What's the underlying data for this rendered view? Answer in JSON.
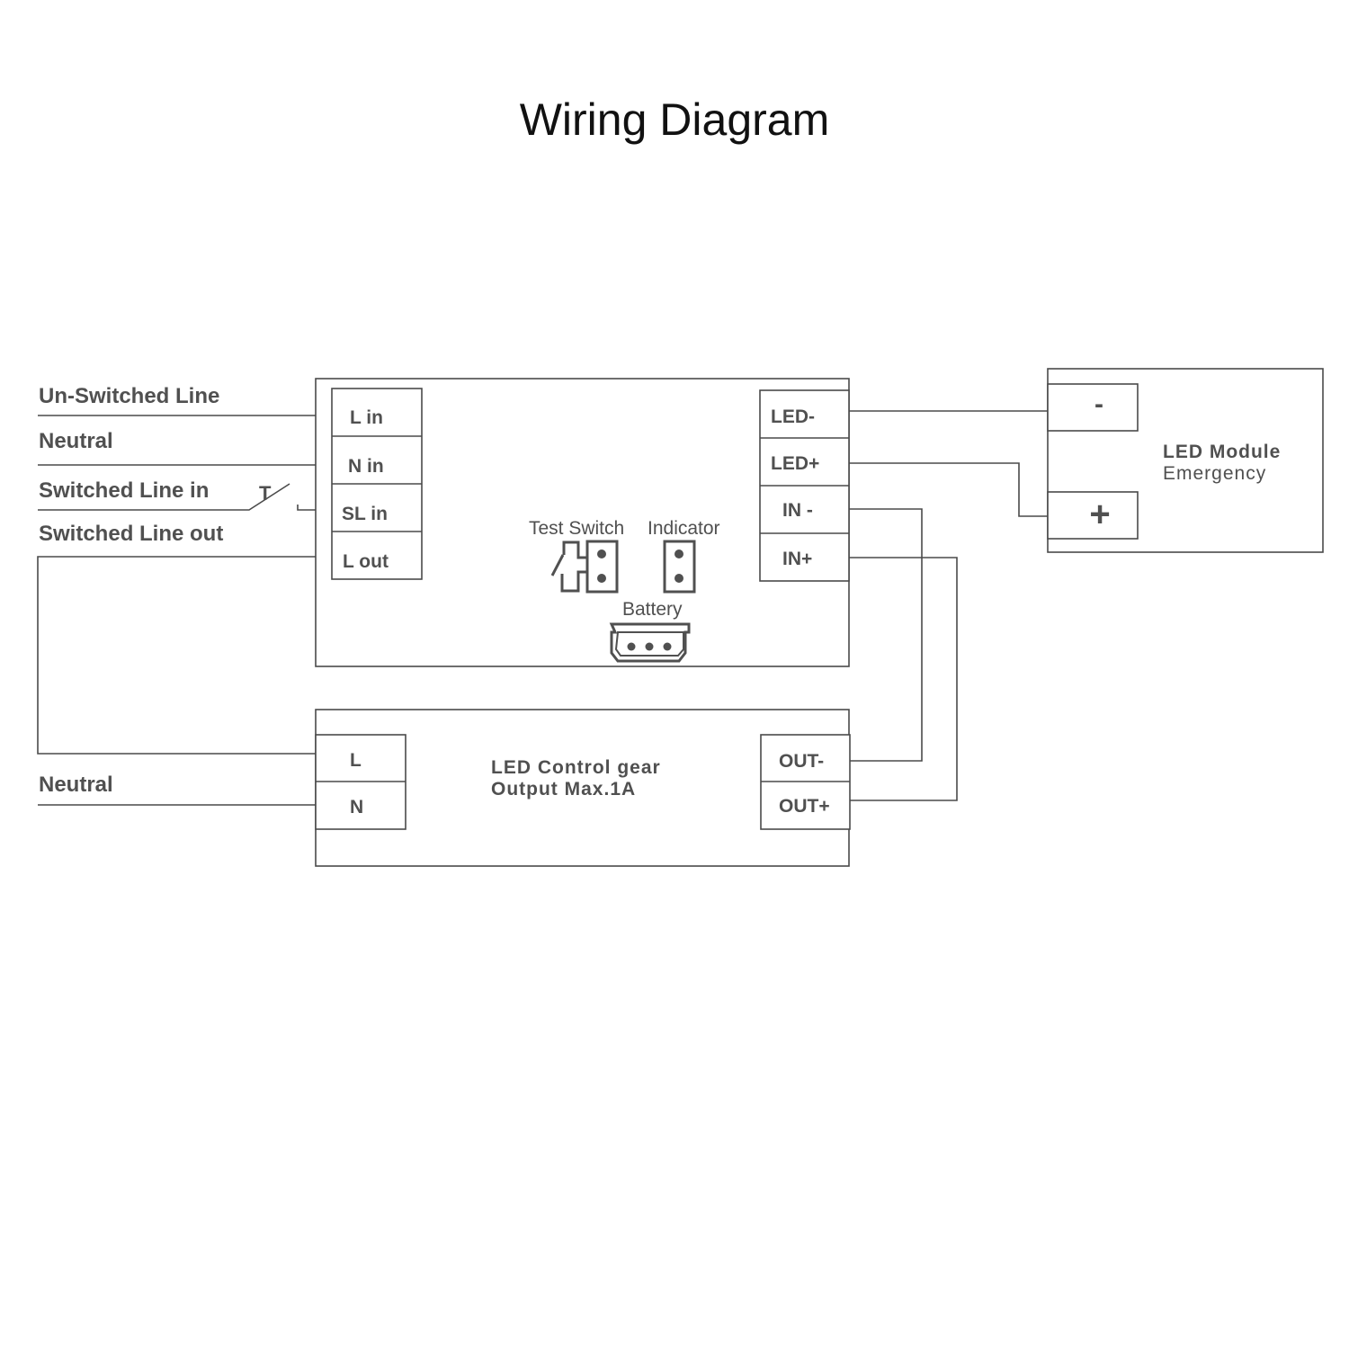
{
  "title": "Wiring Diagram",
  "wires": {
    "unswitched_line": "Un-Switched Line",
    "neutral_top": "Neutral",
    "switched_line_in": "Switched Line in",
    "switched_line_out": "Switched Line out",
    "neutral_bottom": "Neutral",
    "switch_mark": "T"
  },
  "emergency_unit": {
    "left_terminals": [
      "L in",
      "N in",
      "SL in",
      "L out"
    ],
    "right_terminals": [
      "LED-",
      "LED+",
      "IN -",
      "IN+"
    ],
    "test_switch": "Test Switch",
    "indicator": "Indicator",
    "battery": "Battery"
  },
  "control_gear": {
    "left_terminals": [
      "L",
      "N"
    ],
    "right_terminals": [
      "OUT-",
      "OUT+"
    ],
    "line1": "LED Control gear",
    "line2": "Output Max.1A"
  },
  "led_module": {
    "minus": "-",
    "plus": "+",
    "line1": "LED Module",
    "line2": "Emergency"
  }
}
